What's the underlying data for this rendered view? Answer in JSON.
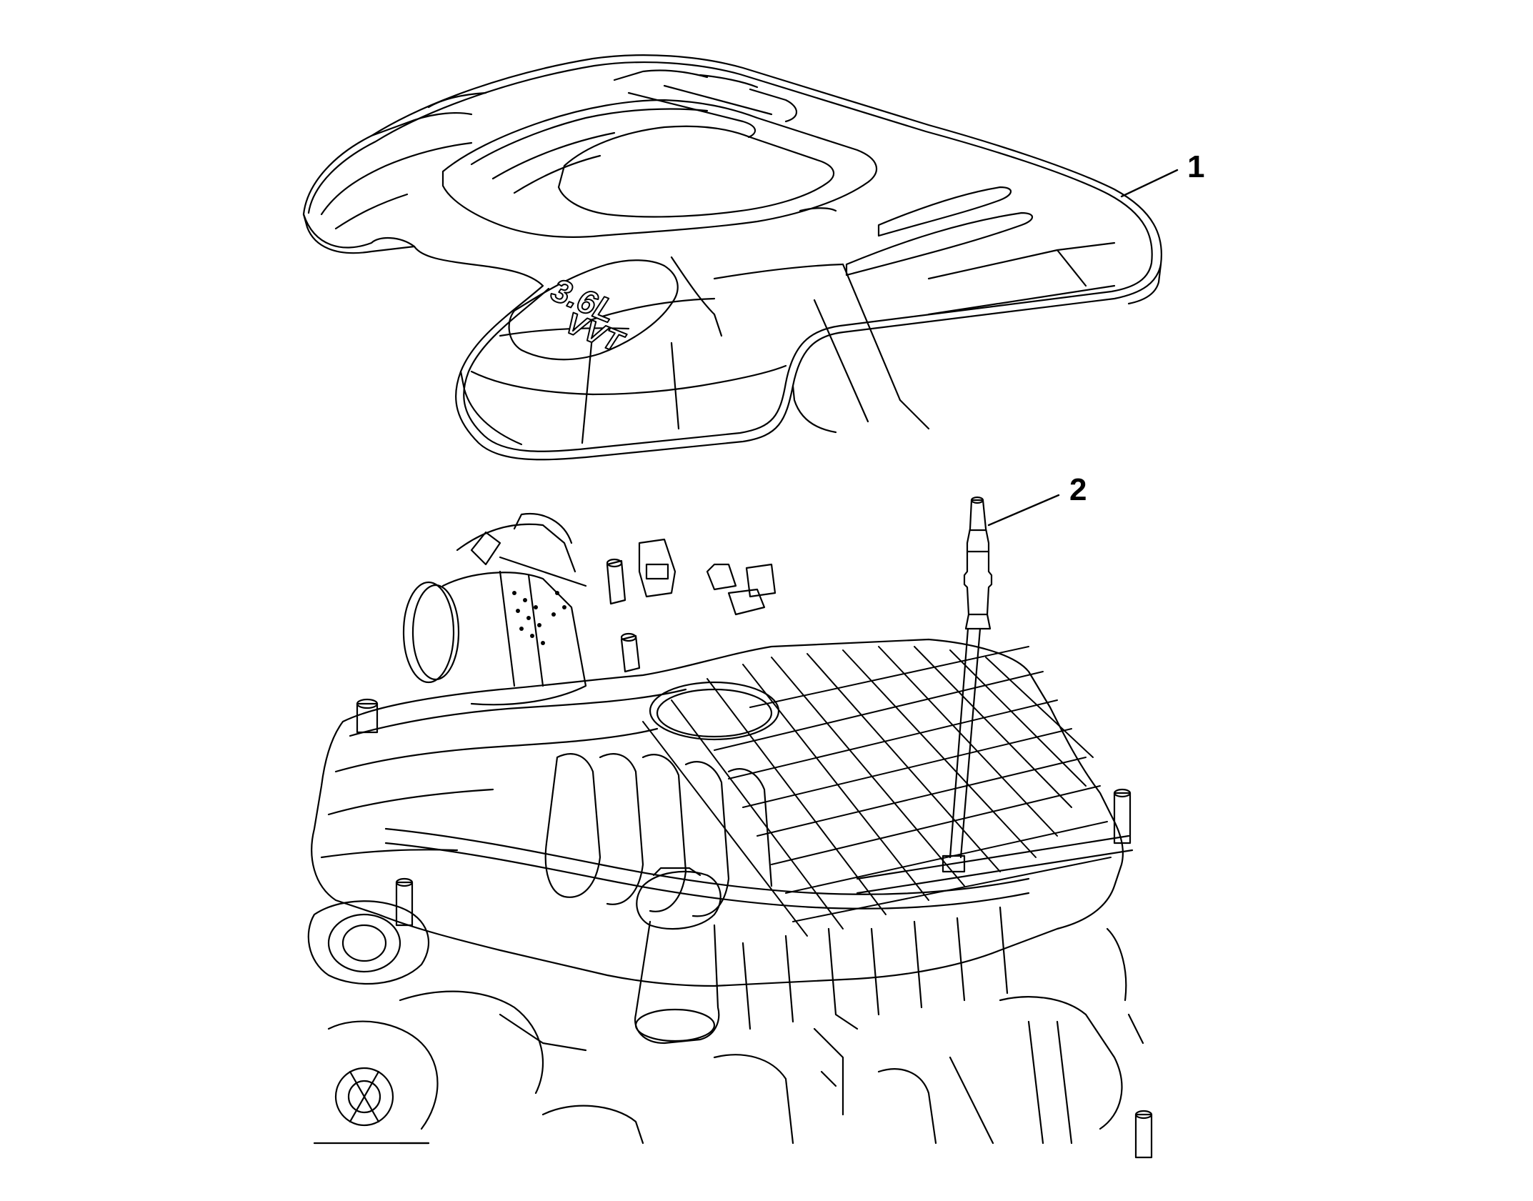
{
  "callouts": [
    {
      "id": "1",
      "label": "1",
      "part": "engine-cover"
    },
    {
      "id": "2",
      "label": "2",
      "part": "oil-dipstick"
    }
  ],
  "cover_badge": {
    "line1": "3.6L",
    "line2": "VVT"
  },
  "colors": {
    "line": "#000000",
    "background": "#ffffff"
  }
}
